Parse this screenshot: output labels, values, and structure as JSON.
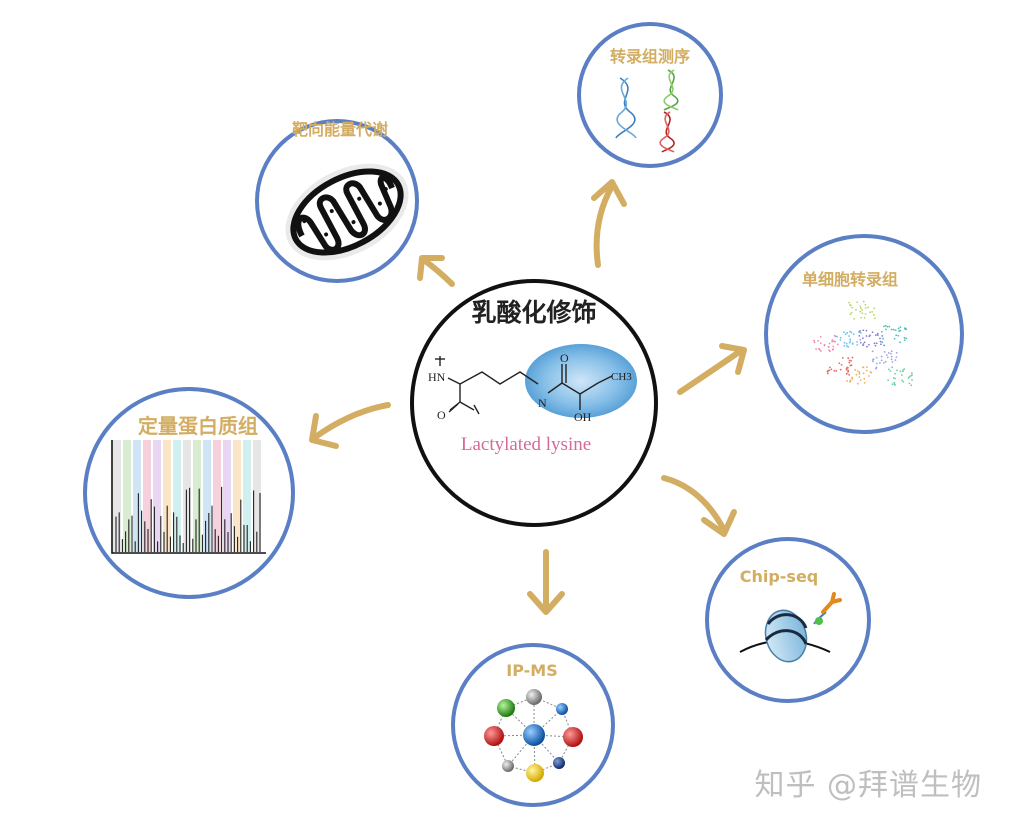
{
  "center": {
    "title": "乳酸化修饰",
    "molecule_label": "Lactylated  lysine",
    "atoms": {
      "hn": "HN",
      "n": "N",
      "oh": "OH",
      "ch3": "CH3",
      "o1": "O",
      "o2": "O"
    }
  },
  "nodes": {
    "metabolism": {
      "title": "靶向能量代谢"
    },
    "transcriptome": {
      "title": "转录组测序"
    },
    "single_cell": {
      "title": "单细胞转录组"
    },
    "proteome": {
      "title": "定量蛋白质组"
    },
    "chipseq": {
      "title": "Chip-seq"
    },
    "ipms": {
      "title": "IP-MS"
    }
  },
  "watermark": "知乎 @拜谱生物",
  "colors": {
    "circle_stroke": "#5b7fc4",
    "arrow": "#d2ad62",
    "title_gold": "#d2ad62",
    "lys_pink": "#d46a9a",
    "lactyl_blue": "#4f9fd8"
  }
}
